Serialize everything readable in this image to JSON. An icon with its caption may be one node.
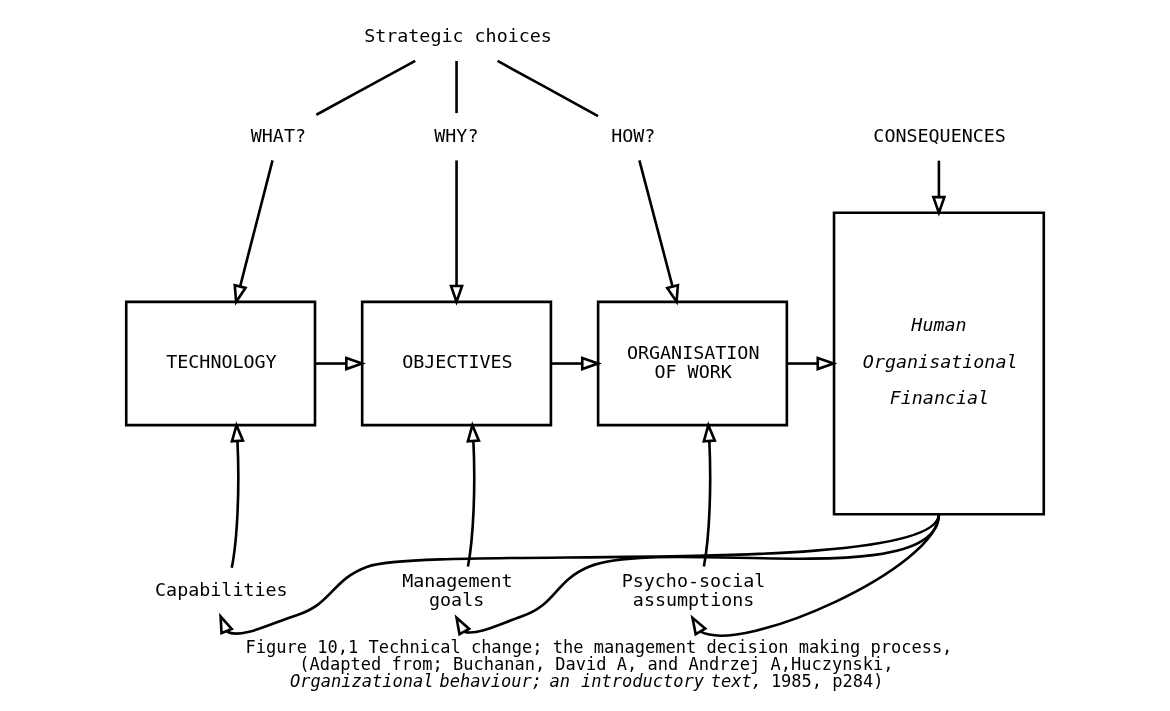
{
  "diagram": {
    "caption": "Figure 10,1 Technical change; the management decision making process, (Adapted from; Buchanan, David A, and Andrzej A,Huczynski, *Organizational behaviour; an introductory text*, 1985, p284)",
    "nodes": [
      {
        "text": [
          "Strategic choices"
        ]
      },
      {
        "text": [
          "WHAT?"
        ]
      },
      {
        "text": [
          "WHY?"
        ]
      },
      {
        "text": [
          "HOW?"
        ]
      },
      {
        "text": [
          "TECHNOLOGY"
        ]
      },
      {
        "text": [
          "OBJECTIVES"
        ]
      },
      {
        "text": [
          "ORGANISATION OF WORK"
        ]
      },
      {
        "text": [
          "CONSEQUENCES"
        ]
      },
      {
        "text": [
          "Human",
          "Organisational",
          "Financial"
        ]
      },
      {
        "text": [
          "Capabilities"
        ]
      },
      {
        "text": [
          "Management goals"
        ]
      },
      {
        "text": [
          "Psycho-social assumptions"
        ]
      }
    ],
    "edges": [
      {
        "from": 0,
        "to": 1,
        "arrow": "none"
      },
      {
        "from": 0,
        "to": 2,
        "arrow": "none"
      },
      {
        "from": 0,
        "to": 3,
        "arrow": "none"
      },
      {
        "from": 1,
        "to": 4,
        "arrow": "to"
      },
      {
        "from": 2,
        "to": 5,
        "arrow": "to"
      },
      {
        "from": 3,
        "to": 6,
        "arrow": "to"
      },
      {
        "from": 4,
        "to": 5,
        "arrow": "to"
      },
      {
        "from": 5,
        "to": 6,
        "arrow": "to"
      },
      {
        "from": 6,
        "to": 8,
        "arrow": "to"
      },
      {
        "from": 7,
        "to": 8,
        "arrow": "to"
      },
      {
        "from": 9,
        "to": 4,
        "arrow": "to"
      },
      {
        "from": 10,
        "to": 5,
        "arrow": "to"
      },
      {
        "from": 11,
        "to": 6,
        "arrow": "to"
      },
      {
        "from": 8,
        "to": 9,
        "arrow": "to"
      },
      {
        "from": 8,
        "to": 10,
        "arrow": "to"
      },
      {
        "from": 8,
        "to": 11,
        "arrow": "to"
      }
    ]
  }
}
